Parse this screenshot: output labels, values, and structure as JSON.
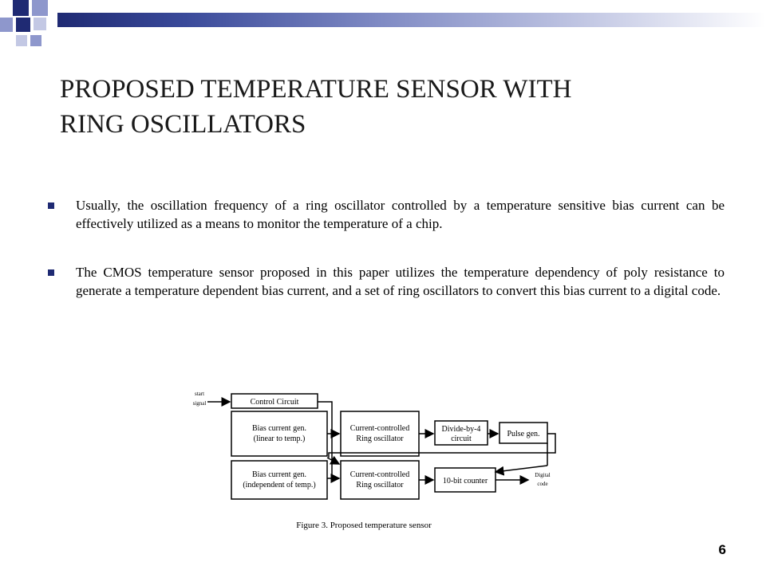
{
  "slide": {
    "title_line1": "PROPOSED TEMPERATURE SENSOR WITH",
    "title_line2": "RING OSCILLATORS",
    "bullets": [
      "Usually, the oscillation frequency of a ring oscillator controlled by a temperature sensitive bias current can be effectively utilized as a means to monitor the temperature of a chip.",
      "The CMOS temperature sensor proposed in this paper utilizes the temperature dependency of poly resistance to generate a temperature dependent bias current, and a set of ring oscillators to convert this bias current to a digital code."
    ],
    "page_number": "6"
  },
  "diagram": {
    "input_label_1": "start",
    "input_label_2": "signal",
    "control": "Control Circuit",
    "bias1_line1": "Bias current gen.",
    "bias1_line2": "(linear to temp.)",
    "ro1_line1": "Current-controlled",
    "ro1_line2": "Ring oscillator",
    "div_line1": "Divide-by-4",
    "div_line2": "circuit",
    "pulse": "Pulse gen.",
    "bias2_line1": "Bias current gen.",
    "bias2_line2": "(independent of temp.)",
    "ro2_line1": "Current-controlled",
    "ro2_line2": "Ring oscillator",
    "counter": "10-bit counter",
    "output_label_1": "Digital",
    "output_label_2": "code",
    "caption": "Figure 3.    Proposed temperature sensor"
  },
  "colors": {
    "accent": "#1f2a73",
    "header_light": "#7e89c3"
  }
}
